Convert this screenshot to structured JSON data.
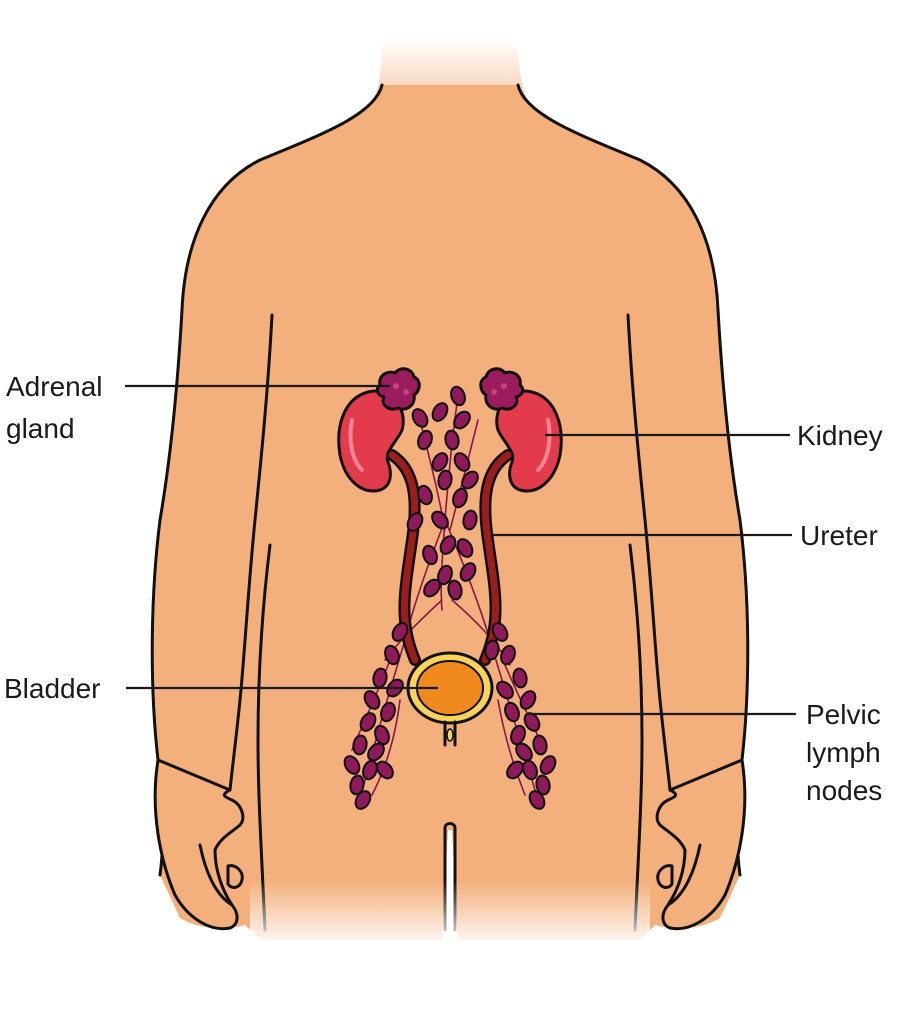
{
  "labels": {
    "adrenal_line1": "Adrenal",
    "adrenal_line2": "gland",
    "kidney": "Kidney",
    "ureter": "Ureter",
    "bladder": "Bladder",
    "pelvic_line1": "Pelvic",
    "pelvic_line2": "lymph",
    "pelvic_line3": "nodes"
  },
  "colors": {
    "skin": "#f3b07c",
    "kidney": "#e23c4c",
    "adrenal": "#9b1c5c",
    "ureter": "#9b1e1e",
    "bladder": "#f08a1e",
    "bladder_rim": "#f9d35a",
    "lymph_node": "#8e1a5a",
    "outline": "#111111"
  }
}
